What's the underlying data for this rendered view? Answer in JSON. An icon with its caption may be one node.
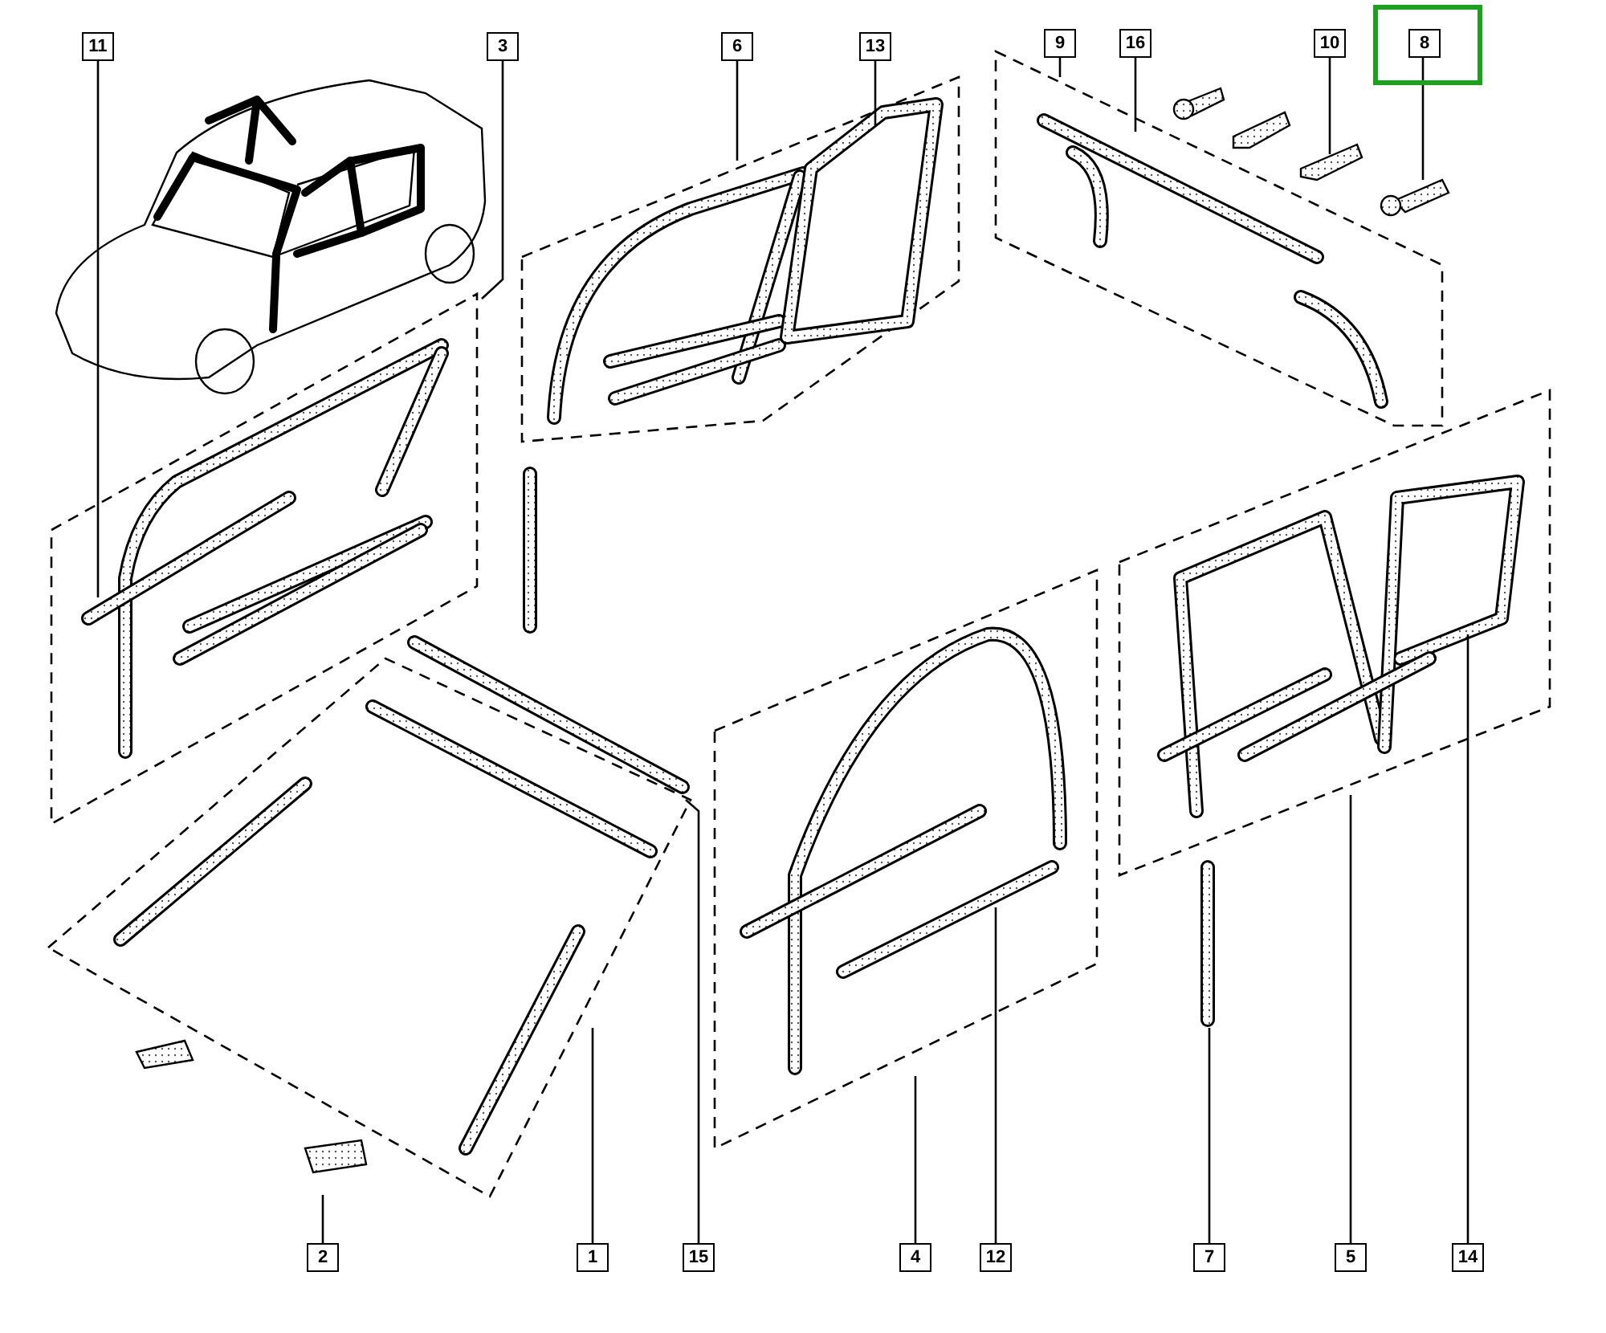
{
  "diagram": {
    "nodes": [
      {
        "text": [
          "11"
        ]
      },
      {
        "text": [
          "3"
        ]
      },
      {
        "text": [
          "6"
        ]
      },
      {
        "text": [
          "13"
        ]
      },
      {
        "text": [
          "9"
        ]
      },
      {
        "text": [
          "16"
        ]
      },
      {
        "text": [
          "10"
        ]
      },
      {
        "text": [],
        "shape": "box"
      },
      {
        "text": [
          "8"
        ],
        "in": 7
      },
      {
        "text": [
          "2"
        ]
      },
      {
        "text": [
          "1"
        ]
      },
      {
        "text": [
          "15"
        ]
      },
      {
        "text": [
          "4"
        ]
      },
      {
        "text": [
          "12"
        ]
      },
      {
        "text": [
          "7"
        ]
      },
      {
        "text": [
          "5"
        ]
      },
      {
        "text": [
          "14"
        ]
      }
    ],
    "edges": [
      {
        "from": 0,
        "to": null,
        "arrow": "none"
      },
      {
        "from": 1,
        "to": null,
        "arrow": "none"
      },
      {
        "from": 2,
        "to": null,
        "arrow": "none"
      },
      {
        "from": 3,
        "to": null,
        "arrow": "none"
      },
      {
        "from": 4,
        "to": null,
        "arrow": "none"
      },
      {
        "from": 5,
        "to": null,
        "arrow": "none"
      },
      {
        "from": 6,
        "to": null,
        "arrow": "none"
      },
      {
        "from": 8,
        "to": null,
        "arrow": "none"
      },
      {
        "from": 9,
        "to": null,
        "arrow": "none"
      },
      {
        "from": 10,
        "to": null,
        "arrow": "none"
      },
      {
        "from": 11,
        "to": null,
        "arrow": "none"
      },
      {
        "from": 12,
        "to": null,
        "arrow": "none"
      },
      {
        "from": 13,
        "to": null,
        "arrow": "none"
      },
      {
        "from": 14,
        "to": null,
        "arrow": "none"
      },
      {
        "from": 15,
        "to": null,
        "arrow": "none"
      },
      {
        "from": 16,
        "to": null,
        "arrow": "none"
      }
    ]
  }
}
